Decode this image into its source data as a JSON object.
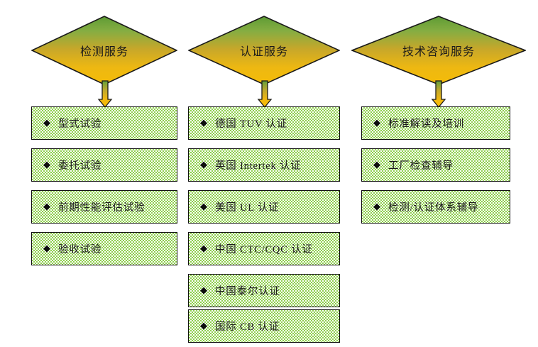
{
  "diagram": {
    "title": "",
    "colors": {
      "diamond_top": "#6FA33C",
      "diamond_bottom": "#F2B30B",
      "diamond_outline": "#1A1A1A",
      "arrow_top": "#6FA33C",
      "arrow_bottom": "#F5B800",
      "arrow_outline": "#1A1A1A",
      "box_pattern": "#92D050",
      "box_background": "#FFFFFF",
      "box_border": "#111111",
      "text": "#1C1C1C"
    },
    "bullet_glyph": "◆",
    "columns": [
      {
        "id": "testing-services",
        "header": "检测服务",
        "arrow_name": "down-arrow-testing",
        "items": [
          "型式试验",
          "委托试验",
          "前期性能评估试验",
          "验收试验"
        ]
      },
      {
        "id": "certification-services",
        "header": "认证服务",
        "arrow_name": "down-arrow-certification",
        "items": [
          "德国 TUV 认证",
          "英国 Intertek 认证",
          "美国 UL 认证",
          "中国 CTC/CQC 认证",
          "中国泰尔认证",
          "国际 CB 认证"
        ]
      },
      {
        "id": "technical-consulting-services",
        "header": "技术咨询服务",
        "arrow_name": "down-arrow-consulting",
        "items": [
          "标准解读及培训",
          "工厂检查辅导",
          "检测/认证体系辅导"
        ]
      }
    ]
  }
}
